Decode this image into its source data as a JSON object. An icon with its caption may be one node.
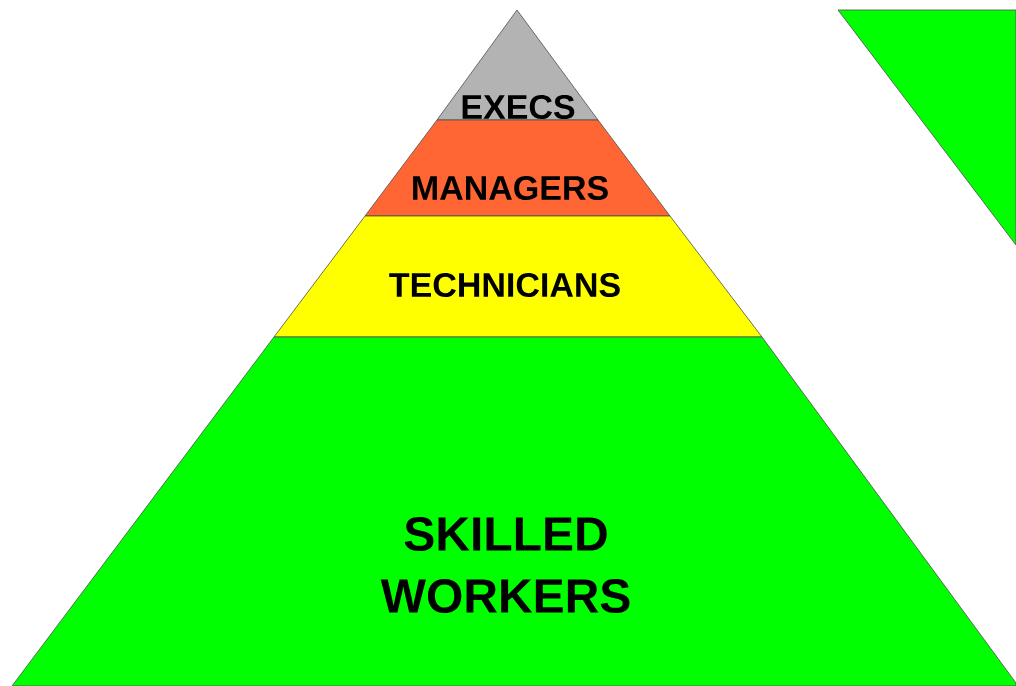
{
  "diagram": {
    "nodes": [
      {
        "text": [
          "EXECS"
        ]
      },
      {
        "text": [
          "MANAGERS"
        ]
      },
      {
        "text": [
          "TECHNICIANS"
        ]
      },
      {
        "text": [
          "SKILLED WORKERS"
        ]
      },
      {
        "text": [],
        "shape": "triangle"
      }
    ]
  }
}
